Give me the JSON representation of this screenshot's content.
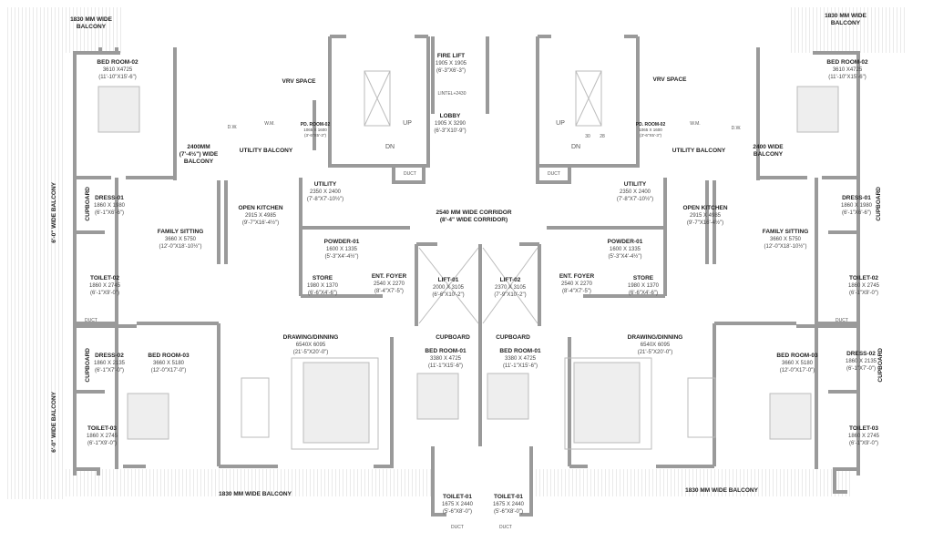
{
  "balconies": {
    "top_left": "1830 MM WIDE BALCONY",
    "top_right": "1830 MM WIDE BALCONY",
    "side_left_upper": "6'-0\" WIDE BALCONY",
    "side_left_lower": "6'-0\" WIDE BALCONY",
    "wide_left": "2400MM (7'-4½\") WIDE BALCONY",
    "wide_right": "2400 WIDE BALCONY",
    "bottom_left": "1830 MM WIDE BALCONY",
    "bottom_right": "1830 MM WIDE BALCONY",
    "utility_left": "UTILITY BALCONY",
    "utility_right": "UTILITY BALCONY"
  },
  "core": {
    "fire_lift": {
      "name": "FIRE LIFT",
      "dim": "1905 X 1905",
      "imp": "(6'-3\"X6'-3\")"
    },
    "lintel": "LINTEL+2430",
    "lobby": {
      "name": "LOBBY",
      "dim": "1905 X 3290",
      "imp": "(6'-3\"X10'-9\")"
    },
    "corridor": [
      "2540 MM WIDE CORRIDOR",
      "(8'-4\" WIDE CORRIDOR)"
    ],
    "lift_01": {
      "name": "LIFT-01",
      "dim": "2000 X 3105",
      "imp": "(6'-6\"X10'-2\")"
    },
    "lift_02": {
      "name": "LIFT-02",
      "dim": "2370 X 3105",
      "imp": "(7'-9\"X10'-2\")"
    },
    "stair_up": "UP",
    "stair_dn": "DN",
    "stair_30": "30",
    "stair_28": "28",
    "vrv": "VRV SPACE",
    "duct": "DUCT",
    "wm": "W.M.",
    "dw": "D.W."
  },
  "rooms": {
    "bed02": {
      "name": "BED ROOM-02",
      "dim": "3610 X4725",
      "imp": "(11'-10\"X15'-6\")"
    },
    "pd02": {
      "name": "PD. ROOM-02",
      "dim": "1065 X 1600",
      "imp": "(3'-6\"X5'-3\")"
    },
    "utility": {
      "name": "UTILITY",
      "dim": "2350 X 2400",
      "imp": "(7'-8\"X7'-10½\")"
    },
    "dress01": {
      "name": "DRESS-01",
      "dim": "1860 X 1980",
      "imp": "(6'-1\"X6'-6\")"
    },
    "kitchen": {
      "name": "OPEN KITCHEN",
      "dim": "2915 X 4985",
      "imp": "(9'-7\"X16'-4½\")"
    },
    "family": {
      "name": "FAMILY SITTING",
      "dim": "3660 X 5750",
      "imp": "(12'-0\"X18'-10½\")"
    },
    "powder01": {
      "name": "POWDER-01",
      "dim": "1600 X 1335",
      "imp": "(5'-3\"X4'-4½\")"
    },
    "toilet02": {
      "name": "TOILET-02",
      "dim": "1860 X 2745",
      "imp": "(6'-1\"X9'-0\")"
    },
    "store": {
      "name": "STORE",
      "dim": "1980 X 1370",
      "imp": "(6'-6\"X4'-6\")"
    },
    "foyer": {
      "name": "ENT. FOYER",
      "dim": "2540 X 2270",
      "imp": "(8'-4\"X7'-5\")"
    },
    "drawing": {
      "name": "DRAWING/DINNING",
      "dim": "6540X 6095",
      "imp": "(21'-5\"X20'-0\")"
    },
    "bed01": {
      "name": "BED ROOM-01",
      "dim": "3380 X 4725",
      "imp": "(11'-1\"X15'-6\")"
    },
    "dress02": {
      "name": "DRESS-02",
      "dim": "1860 X 2135",
      "imp": "(6'-1\"X7'-0\")"
    },
    "bed03": {
      "name": "BED ROOM-03",
      "dim": "3660 X 5180",
      "imp": "(12'-0\"X17'-0\")"
    },
    "toilet03": {
      "name": "TOILET-03",
      "dim": "1860 X 2745",
      "imp": "(6'-1\"X9'-0\")"
    },
    "toilet01": {
      "name": "TOILET-01",
      "dim": "1675 X 2440",
      "imp": "(5'-6\"X8'-0\")"
    },
    "cupboard": "CUPBOARD"
  },
  "colors": {
    "wall": "#9a9a9a",
    "hatch": "#d6d6d6",
    "text": "#222222"
  }
}
